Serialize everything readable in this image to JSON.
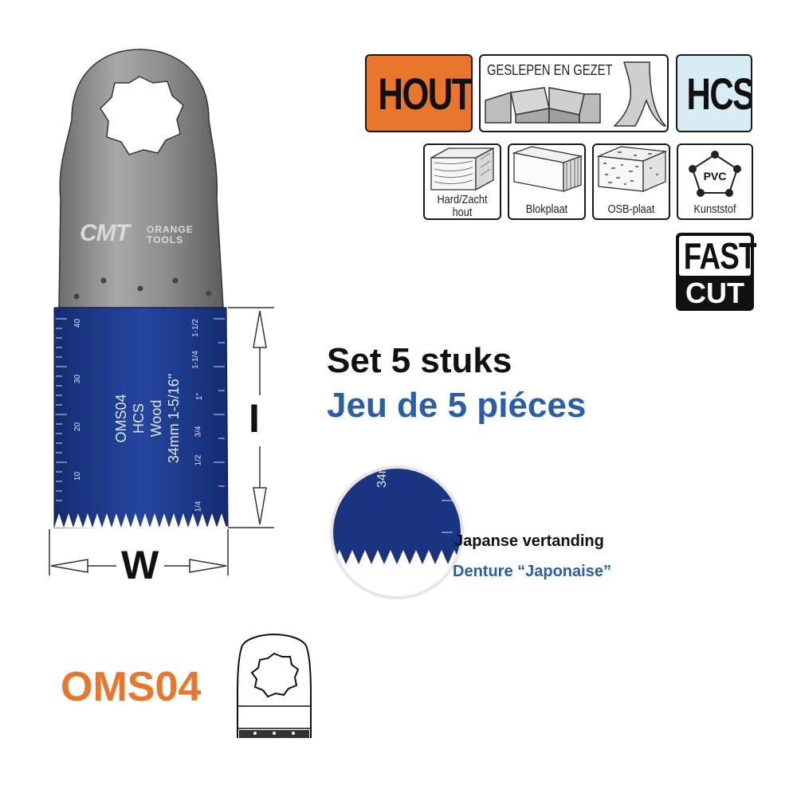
{
  "badges": {
    "material": {
      "label": "HOUT",
      "bg": "#e8762c"
    },
    "ground_set": {
      "label": "GESLEPEN EN GEZET"
    },
    "steel": {
      "label": "HCS",
      "bg": "#d8ecf6"
    },
    "fast_cut": {
      "line1": "FAST",
      "line2": "CUT"
    }
  },
  "materials": [
    {
      "label_line1": "Hard/Zacht",
      "label_line2": "hout",
      "icon": "hardwood-icon"
    },
    {
      "label_line1": "Blokplaat",
      "label_line2": "",
      "icon": "blockboard-icon"
    },
    {
      "label_line1": "OSB-plaat",
      "label_line2": "",
      "icon": "osb-board-icon"
    },
    {
      "label_line1": "Kunststof",
      "label_line2": "",
      "icon": "pvc-plastic-icon"
    }
  ],
  "pvc_label": "PVC",
  "title_nl": "Set 5 stuks",
  "title_fr": "Jeu de 5 piéces",
  "japanese_nl": "Japanse vertanding",
  "japanese_fr": "Denture “Japonaise”",
  "product_code": "OMS04",
  "dimension_width_label": "W",
  "dimension_length_label": "I",
  "blade": {
    "brand": "CMT",
    "brand_sub1": "ORANGE",
    "brand_sub2": "TOOLS",
    "engraving_line1": "OMS04",
    "engraving_line2": "HCS",
    "engraving_line3": "Wood",
    "engraving_line4": "34mm  1-5/16\"",
    "metric_ticks": [
      "10",
      "20",
      "30",
      "40"
    ],
    "imperial_ticks": [
      "1/4",
      "1/2",
      "3/4",
      "1\"",
      "1-1/4",
      "1-1/2"
    ],
    "colors": {
      "steel": "#8f8f8f",
      "blue": "#1e3a8c"
    }
  }
}
